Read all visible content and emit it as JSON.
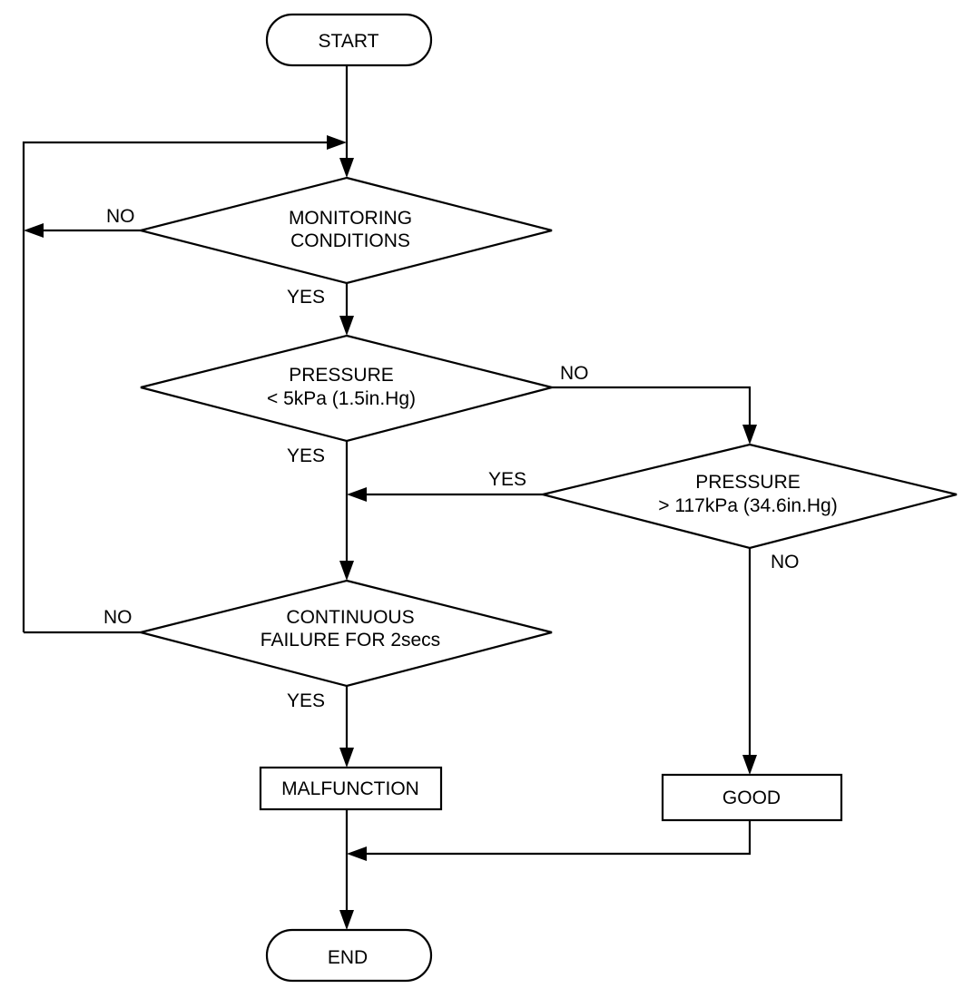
{
  "nodes": {
    "start": "START",
    "monitoring": [
      "MONITORING",
      "CONDITIONS"
    ],
    "pressure_low": [
      "PRESSURE",
      "< 5kPa (1.5in.Hg)"
    ],
    "pressure_high": [
      "PRESSURE",
      "> 117kPa (34.6in.Hg)"
    ],
    "continuous": [
      "CONTINUOUS",
      "FAILURE FOR 2secs"
    ],
    "malfunction": "MALFUNCTION",
    "good": "GOOD",
    "end": "END"
  },
  "edge_labels": {
    "monitoring_no": "NO",
    "monitoring_yes": "YES",
    "pressure_low_no": "NO",
    "pressure_low_yes": "YES",
    "pressure_high_yes": "YES",
    "pressure_high_no": "NO",
    "continuous_no": "NO",
    "continuous_yes": "YES"
  }
}
